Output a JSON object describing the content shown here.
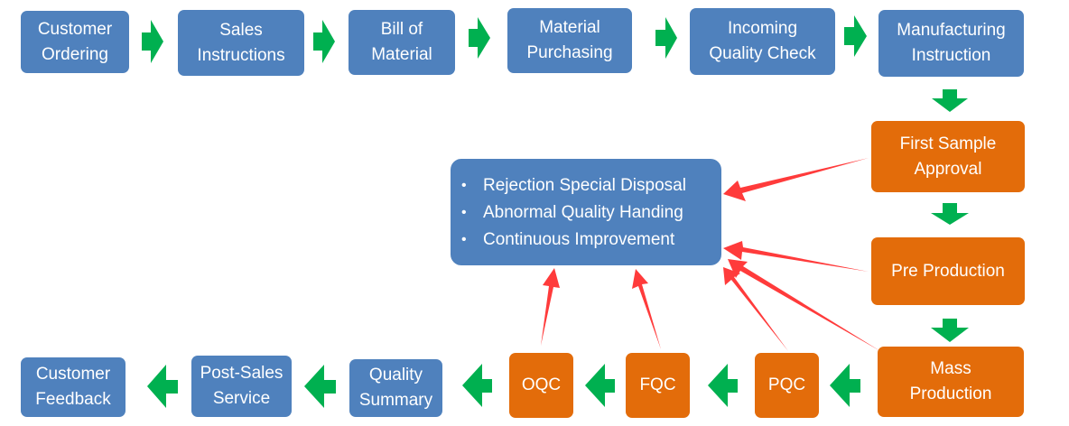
{
  "colors": {
    "process_blue": "#4F81BD",
    "production_orange": "#E36C0A",
    "flow_arrow_green": "#00B050",
    "feedback_arrow_red": "#FF3B3B"
  },
  "top_row": [
    {
      "id": "customer-ordering",
      "label": "Customer\nOrdering"
    },
    {
      "id": "sales-instructions",
      "label": "Sales\nInstructions"
    },
    {
      "id": "bill-of-material",
      "label": "Bill of\nMaterial"
    },
    {
      "id": "material-purchasing",
      "label": "Material\nPurchasing"
    },
    {
      "id": "incoming-quality-check",
      "label": "Incoming\nQuality Check"
    },
    {
      "id": "manufacturing-instruction",
      "label": "Manufacturing\nInstruction"
    }
  ],
  "right_column": [
    {
      "id": "first-sample-approval",
      "label": "First  Sample\nApproval"
    },
    {
      "id": "pre-production",
      "label": "Pre Production"
    },
    {
      "id": "mass-production",
      "label": "Mass\nProduction"
    }
  ],
  "bottom_row": [
    {
      "id": "pqc",
      "label": "PQC"
    },
    {
      "id": "fqc",
      "label": "FQC"
    },
    {
      "id": "oqc",
      "label": "OQC"
    },
    {
      "id": "quality-summary",
      "label": "Quality\nSummary"
    },
    {
      "id": "post-sales-service",
      "label": "Post-Sales\nService"
    },
    {
      "id": "customer-feedback",
      "label": "Customer\nFeedback"
    }
  ],
  "issue_handling": {
    "items": [
      "Rejection Special Disposal",
      "Abnormal Quality Handing",
      "Continuous Improvement"
    ]
  },
  "feedback_sources": [
    "First  Sample Approval",
    "Pre Production",
    "Mass Production",
    "PQC",
    "FQC",
    "OQC"
  ]
}
